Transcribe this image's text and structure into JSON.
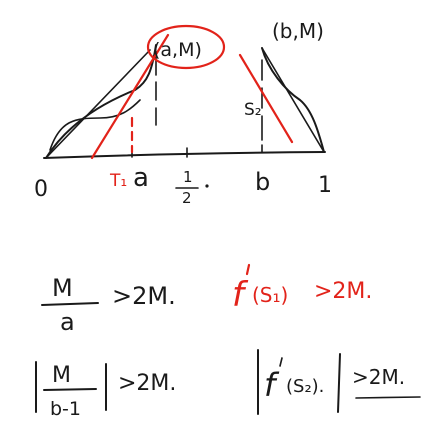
{
  "colors": {
    "ink": "#1a1a1a",
    "accent": "#e2231a",
    "background": "#ffffff"
  },
  "graph": {
    "point_left": "(a,M)",
    "point_right": "(b,M)",
    "label_s2": "S₂",
    "axis_labels": {
      "origin": "0",
      "t1": "T₁",
      "a": "a",
      "half_num": "1",
      "half_den": "2",
      "b": "b",
      "one": "1"
    }
  },
  "formulas": {
    "row1_left_num": "M",
    "row1_left_den": "a",
    "row1_left_rhs": ">2M.",
    "row1_right_func": "f",
    "row1_right_arg": "(S₁)",
    "row1_right_rhs": ">2M.",
    "row2_left_num": "M",
    "row2_left_den": "b-1",
    "row2_left_rhs": ">2M.",
    "row2_right_func": "f",
    "row2_right_arg": "(S₂).",
    "row2_right_rhs": ">2M."
  }
}
